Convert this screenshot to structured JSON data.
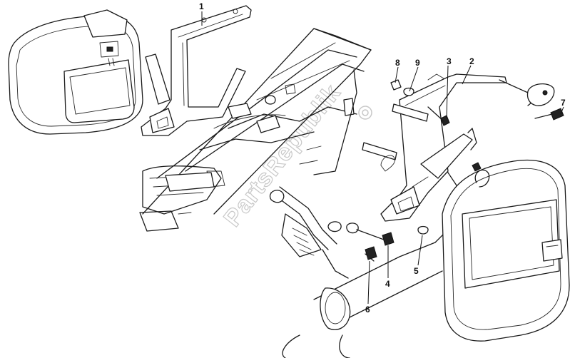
{
  "diagram": {
    "callouts": [
      {
        "id": "1",
        "label": "1"
      },
      {
        "id": "2",
        "label": "2"
      },
      {
        "id": "3",
        "label": "3"
      },
      {
        "id": "4",
        "label": "4"
      },
      {
        "id": "5",
        "label": "5"
      },
      {
        "id": "6",
        "label": "6"
      },
      {
        "id": "7",
        "label": "7"
      },
      {
        "id": "8",
        "label": "8"
      },
      {
        "id": "9",
        "label": "9"
      }
    ],
    "watermark": "PartsRepublik"
  }
}
